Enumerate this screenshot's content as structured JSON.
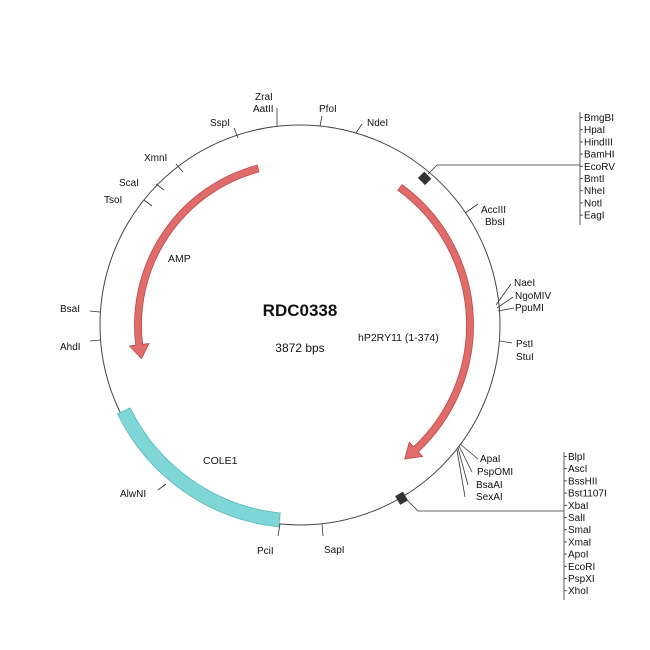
{
  "plasmid": {
    "name": "RDC0338",
    "size_label": "3872 bps",
    "length_bp": 3872
  },
  "colors": {
    "backbone": "#444444",
    "amp": "#e06b6b",
    "amp_stroke": "#c24848",
    "insert": "#e06b6b",
    "cole1": "#7fd6d6",
    "cole1_stroke": "#55b8b8",
    "text": "#111111"
  },
  "features": [
    {
      "name": "AMP",
      "type": "arrow",
      "color_key": "amp"
    },
    {
      "name": "hP2RY11 (1-374)",
      "type": "arrow",
      "color_key": "insert"
    },
    {
      "name": "COLE1",
      "type": "block",
      "color_key": "cole1"
    }
  ],
  "sites": {
    "single": [
      {
        "name": "SspI"
      },
      {
        "name": "ZraI"
      },
      {
        "name": "AatII"
      },
      {
        "name": "PfoI"
      },
      {
        "name": "NdeI"
      },
      {
        "name": "XmnI"
      },
      {
        "name": "ScaI"
      },
      {
        "name": "TsoI"
      },
      {
        "name": "BsaI"
      },
      {
        "name": "AhdI"
      },
      {
        "name": "AccIII"
      },
      {
        "name": "BbsI"
      },
      {
        "name": "NaeI"
      },
      {
        "name": "NgoMIV"
      },
      {
        "name": "PpuMI"
      },
      {
        "name": "PstI"
      },
      {
        "name": "StuI"
      },
      {
        "name": "ApaI"
      },
      {
        "name": "PspOMI"
      },
      {
        "name": "BsaAI"
      },
      {
        "name": "SexAI"
      },
      {
        "name": "AlwNI"
      },
      {
        "name": "PciI"
      },
      {
        "name": "SapI"
      }
    ],
    "mcs1": [
      "BmgBI",
      "HpaI",
      "HindIII",
      "BamHI",
      "EcoRV",
      "BmtI",
      "NheI",
      "NotI",
      "EagI"
    ],
    "mcs2": [
      "BlpI",
      "AscI",
      "BssHII",
      "Bst1107I",
      "XbaI",
      "SalI",
      "SmaI",
      "XmaI",
      "ApoI",
      "EcoRI",
      "PspXI",
      "XhoI"
    ]
  }
}
